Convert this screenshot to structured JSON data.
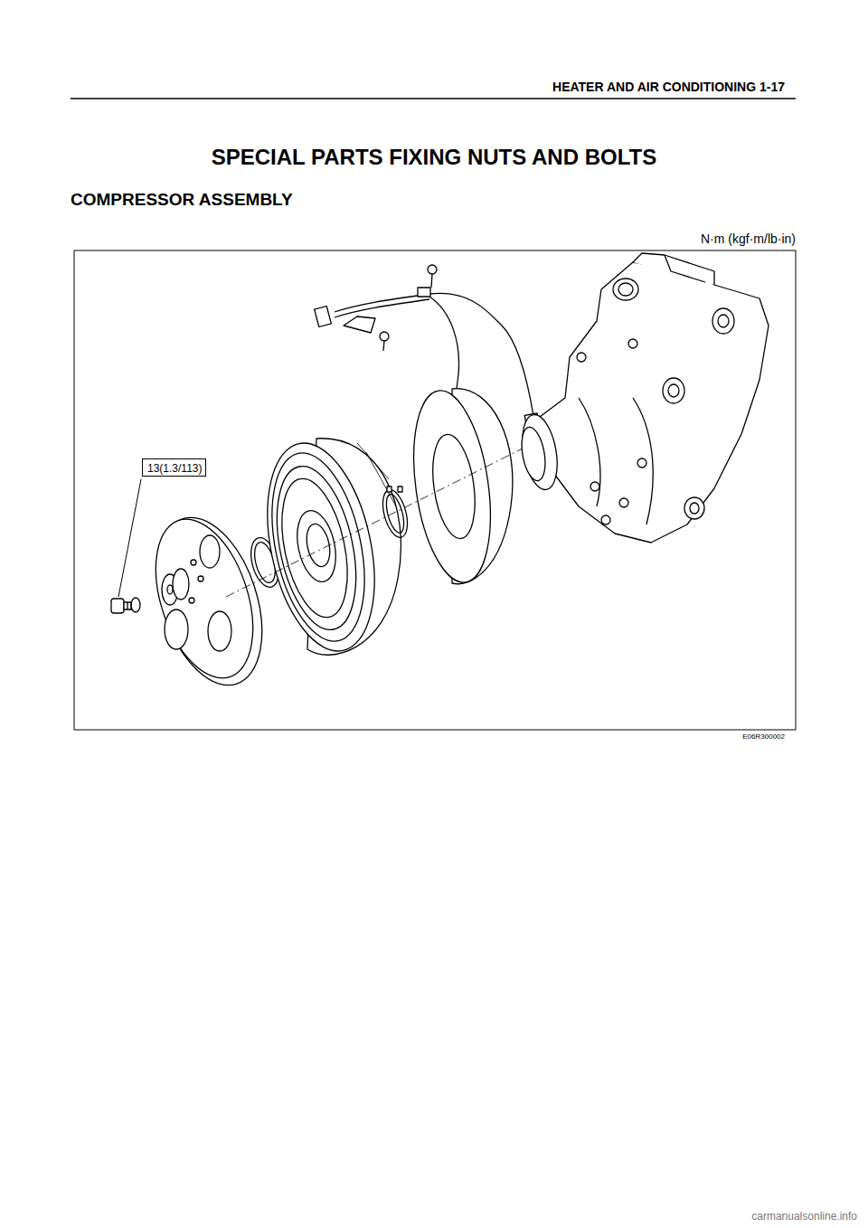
{
  "diagram": {
    "title": "SPECIAL PARTS FIXING NUTS AND BOLTS",
    "nodes": [
      {
        "text": [
          "13(1.3/113)"
        ]
      }
    ],
    "labels": [
      "HEATER AND AIR CONDITIONING  1-17",
      "COMPRESSOR ASSEMBLY",
      "N·m (kgf·m/lb·in)",
      "E06R300002",
      "carmanualsonline.info"
    ]
  }
}
